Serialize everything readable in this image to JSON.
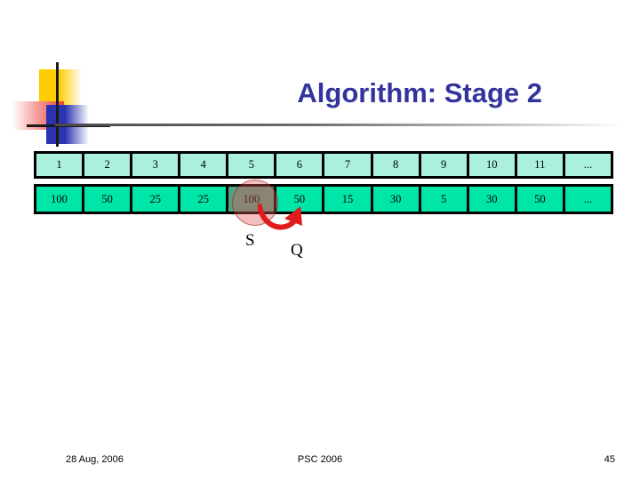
{
  "slide": {
    "title": "Algorithm: Stage 2",
    "title_color": "#33339E",
    "background": "#ffffff"
  },
  "logo": {
    "yellow": "#FFCC00",
    "red": "#E8413C",
    "blue": "#2B34B0",
    "bar": "#1a1a1a"
  },
  "table": {
    "header_bg": "#AAF0DC",
    "data_bg": "#00E5A8",
    "highlight_bg": "#52A383",
    "border": "#000000",
    "headers": [
      "1",
      "2",
      "3",
      "4",
      "5",
      "6",
      "7",
      "8",
      "9",
      "10",
      "11",
      "..."
    ],
    "values": [
      "100",
      "50",
      "25",
      "25",
      "100",
      "50",
      "15",
      "30",
      "5",
      "30",
      "50",
      "..."
    ],
    "highlighted_index": 4
  },
  "annotations": {
    "circle_color": "rgba(226, 86, 86, 0.38)",
    "arrow_color": "#E01B1B",
    "label_s": "S",
    "label_q": "Q"
  },
  "footer": {
    "date": "28 Aug, 2006",
    "event": "PSC 2006",
    "page_number": "45"
  }
}
